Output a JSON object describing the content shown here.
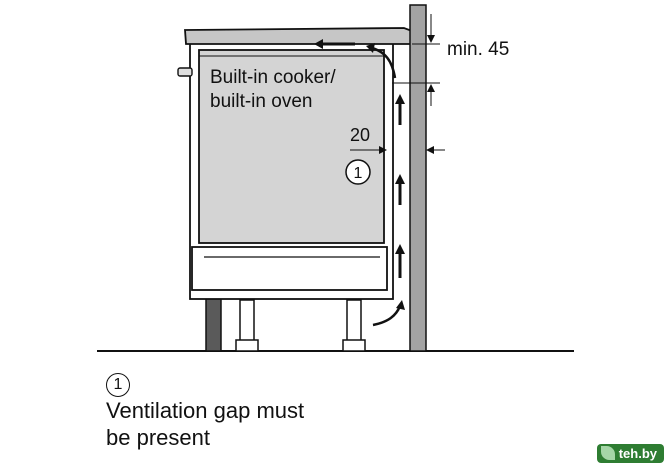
{
  "labels": {
    "cooker_line1": "Built-in cooker/",
    "cooker_line2": "built-in oven",
    "min_gap": "min. 45",
    "side_gap": "20",
    "marker": "1"
  },
  "legend": {
    "marker": "1",
    "line1": "Ventilation gap must",
    "line2": "be present"
  },
  "watermark": {
    "brand": "teh.by"
  },
  "colors": {
    "wall": "#a3a3a3",
    "oven": "#d4d4d4",
    "cabinet": "#ffffff",
    "worktop": "#c6c6c6",
    "line": "#111111"
  }
}
